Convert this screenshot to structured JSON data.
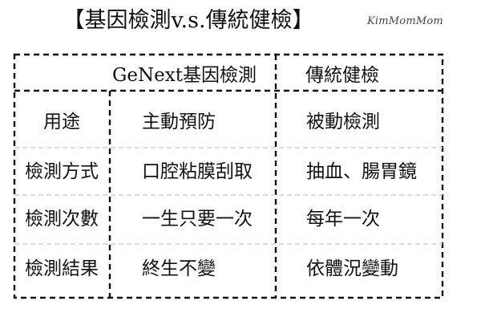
{
  "title": "【基因檢測v.s.傳統健檢】",
  "watermark": "KimMomMom",
  "table": {
    "header": {
      "col1": "GeNext基因檢測",
      "col2": "傳統健檢"
    },
    "rows": [
      {
        "label": "用途",
        "genext": "主動預防",
        "traditional": "被動檢測"
      },
      {
        "label": "檢測方式",
        "genext": "口腔粘膜刮取",
        "traditional": "抽血、腸胃鏡"
      },
      {
        "label": "檢測次數",
        "genext": "一生只要一次",
        "traditional": "每年一次"
      },
      {
        "label": "檢測結果",
        "genext": "終生不變",
        "traditional": "依體況變動"
      }
    ]
  },
  "colors": {
    "border": "#111111",
    "row_divider": "#cfcfcf",
    "text": "#111111"
  }
}
